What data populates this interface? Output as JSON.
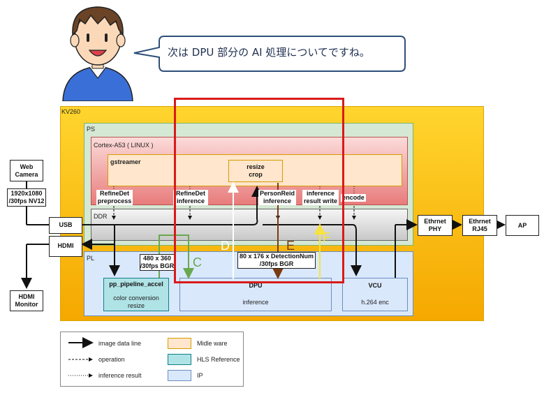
{
  "speech": {
    "text": "次は DPU 部分の AI 処理についてですね。"
  },
  "kv260": {
    "title": "KV260"
  },
  "ps": {
    "title": "PS"
  },
  "cortex": {
    "title": "Cortex-A53 ( LINUX )"
  },
  "gstreamer": {
    "title": "gstreamer"
  },
  "resize_crop": {
    "line1": "resize",
    "line2": "crop"
  },
  "ops": {
    "refinedet_pre": {
      "line1": "RefineDet",
      "line2": "preprocess"
    },
    "refinedet_inf": {
      "line1": "RefineDet",
      "line2": "inference"
    },
    "personreid_inf": {
      "line1": "PersonReid",
      "line2": "inference"
    },
    "result_write": {
      "line1": "inference",
      "line2": "result write"
    },
    "encode": {
      "line1": "encode"
    }
  },
  "ddr": {
    "title": "DDR"
  },
  "pl": {
    "title": "PL"
  },
  "pp": {
    "title": "pp_pipeline_accel",
    "desc1": "color conversion",
    "desc2": "resize"
  },
  "dpu": {
    "title": "DPU",
    "desc": "inference"
  },
  "vcu": {
    "title": "VCU",
    "desc": "h.264 enc"
  },
  "webcam": {
    "line1": "Web",
    "line2": "Camera"
  },
  "webcam_fmt": {
    "line1": "1920x1080",
    "line2": "/30fps NV12"
  },
  "usb": {
    "label": "USB"
  },
  "hdmi": {
    "label": "HDMI"
  },
  "hdmi_monitor": {
    "line1": "HDMI",
    "line2": "Monitor"
  },
  "fmt_480": {
    "line1": "480 x 360",
    "line2": "/30fps BGR"
  },
  "fmt_80": {
    "line1": "80 x 176 x DetectionNum",
    "line2": "/30fps BGR"
  },
  "eth_phy": {
    "line1": "Ethrnet",
    "line2": "PHY"
  },
  "eth_rj45": {
    "line1": "Ethrnet",
    "line2": "RJ45"
  },
  "ap": {
    "label": "AP"
  },
  "flow_letters": {
    "c": "C",
    "d": "D",
    "e": "E",
    "f": "F"
  },
  "legend": {
    "image_line": "image data line",
    "operation": "operation",
    "inference_result": "inference result",
    "middleware": "Midle ware",
    "hls": "HLS Reference",
    "ip": "IP"
  },
  "colors": {
    "kv260": "#fcc21a",
    "ps": "#d5e8d4",
    "cortex": "#f8cecc",
    "middleware": "#ffe6cc",
    "ddr": "#dcdcdc",
    "pl": "#dae8fc",
    "hls": "#b0e3e6",
    "highlight": "#d91a1a",
    "letter_c": "#6aa84f",
    "letter_e": "#7a3b10",
    "letter_f": "#f7e33a"
  }
}
